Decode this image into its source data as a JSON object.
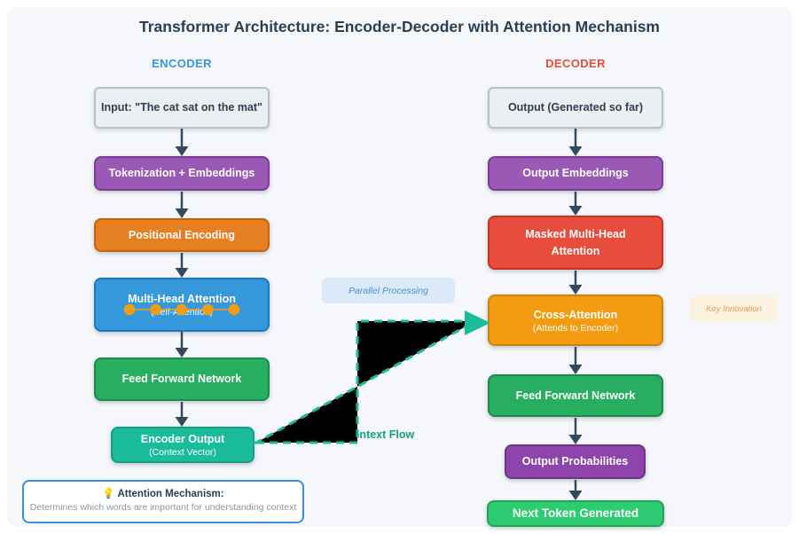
{
  "title": "Transformer Architecture: Encoder-Decoder with Attention Mechanism",
  "encoder": {
    "header": "ENCODER",
    "nodes": [
      {
        "label": "Input: \"The cat sat on the mat\""
      },
      {
        "label": "Tokenization + Embeddings"
      },
      {
        "label": "Positional Encoding"
      },
      {
        "label": "Multi-Head Attention",
        "sublabel": "(Self-Attention)"
      },
      {
        "label": "Feed Forward Network"
      },
      {
        "label": "Encoder Output",
        "sublabel": "(Context Vector)"
      }
    ]
  },
  "decoder": {
    "header": "DECODER",
    "nodes": [
      {
        "label": "Output (Generated so far)"
      },
      {
        "label": "Output Embeddings"
      },
      {
        "label": "Masked Multi-Head Attention"
      },
      {
        "label": "Cross-Attention",
        "sublabel": "(Attends to Encoder)"
      },
      {
        "label": "Feed Forward Network"
      },
      {
        "label": "Output Probabilities"
      },
      {
        "label": "Next Token Generated"
      }
    ]
  },
  "annotations": {
    "parallel_processing": "Parallel Processing",
    "key_innovation": "Key Innovation",
    "context_flow": "Context Flow"
  },
  "note": {
    "icon": "💡",
    "title": "Attention Mechanism:",
    "body": "Determines which words are important for understanding context"
  },
  "colors": {
    "background_panel": "#f5f7fa",
    "title_text": "#2c3e50",
    "encoder_header": "#3498db",
    "decoder_header": "#e74c3c",
    "arrow": "#34495e",
    "gray_box": "#eceff1",
    "purple_box": "#9b59b6",
    "orange_box": "#e67e22",
    "blue_box": "#3498db",
    "green_box": "#27ae60",
    "bright_green_box": "#2ecc71",
    "teal_box": "#1abc9c",
    "red_box": "#e74c3c",
    "amber_box": "#f39c12",
    "context_flow_text": "#16a085",
    "attention_dots": "#f39c12",
    "note_border": "#3b8fd4",
    "black_arrow_fill": "#000000"
  }
}
